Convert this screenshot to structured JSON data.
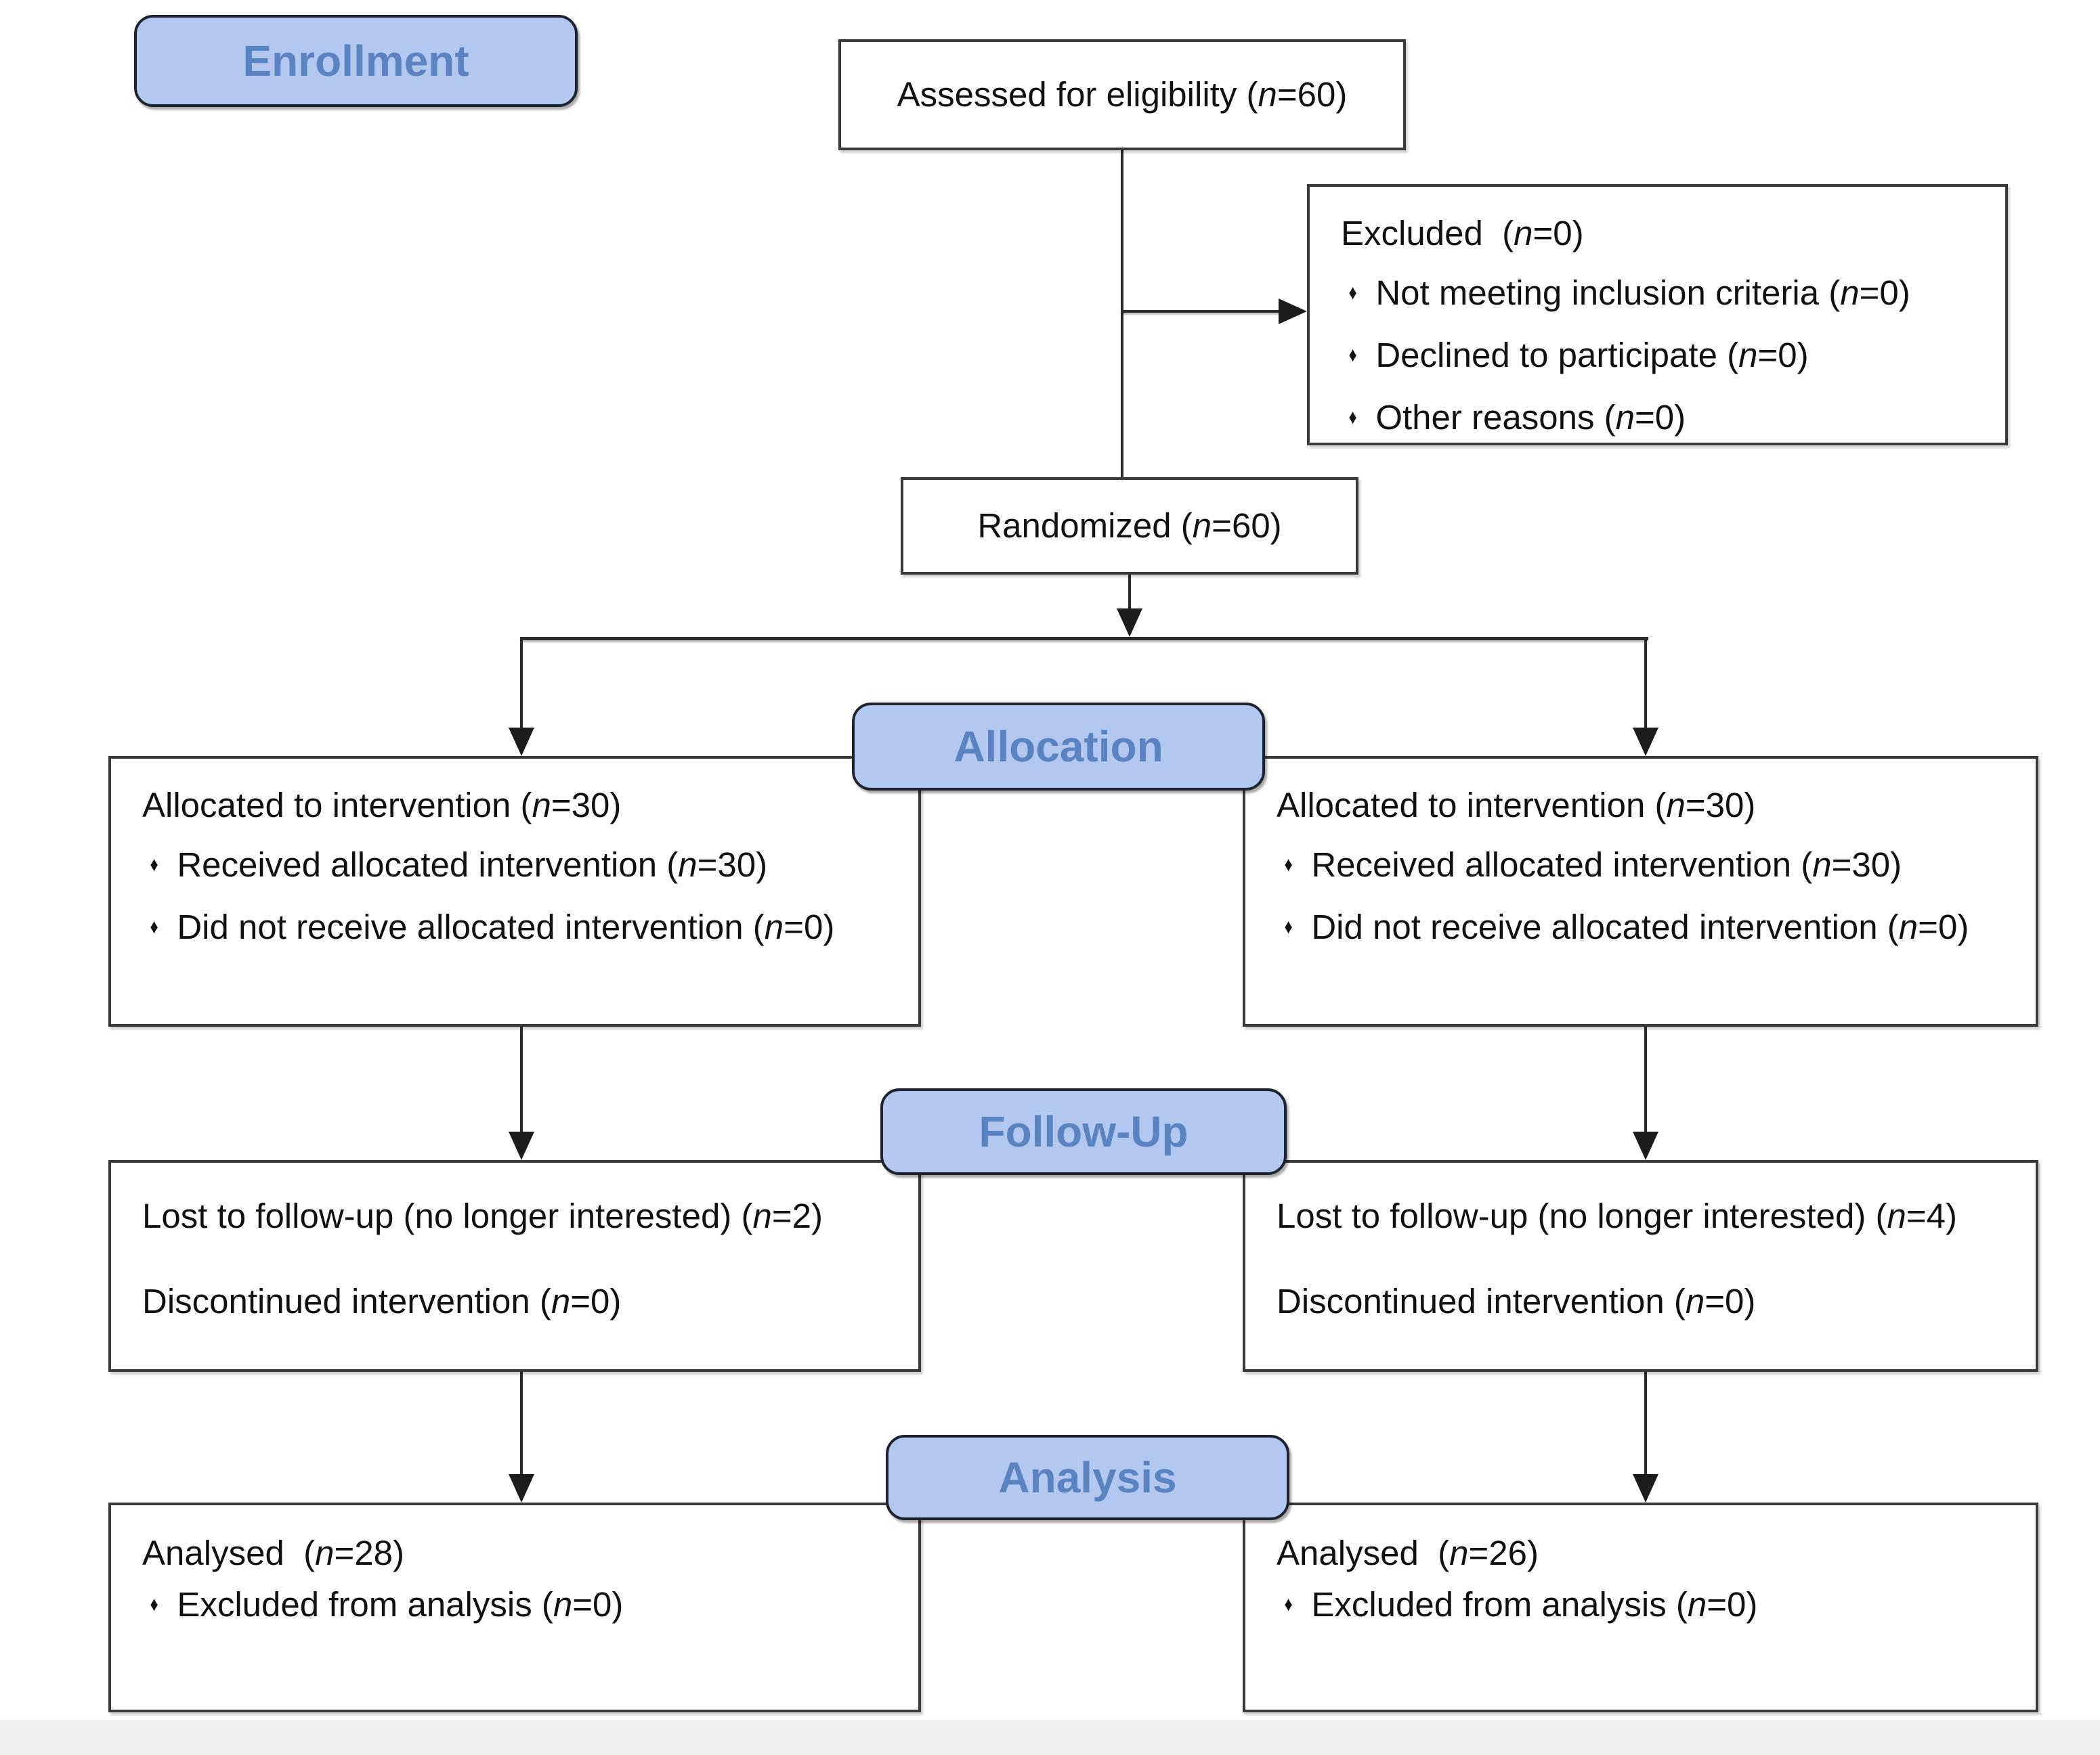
{
  "diagram": {
    "bullet_glyph": "♦",
    "stages": {
      "enrollment": "Enrollment",
      "allocation": "Allocation",
      "followup": "Follow-Up",
      "analysis": "Analysis"
    },
    "boxes": {
      "assessed": {
        "text": "Assessed for eligibility (n=60)"
      },
      "excluded": {
        "title": "Excluded  (n=0)",
        "bullets": [
          "Not meeting inclusion criteria (n=0)",
          "Declined to participate (n=0)",
          "Other reasons (n=0)"
        ]
      },
      "randomized": {
        "text": "Randomized (n=60)"
      },
      "alloc_left": {
        "title": "Allocated to intervention (n=30)",
        "bullets": [
          "Received allocated intervention (n=30)",
          "Did not receive allocated intervention (n=0)"
        ]
      },
      "alloc_right": {
        "title": "Allocated to intervention (n=30)",
        "bullets": [
          "Received allocated intervention (n=30)",
          "Did not receive allocated intervention (n=0)"
        ]
      },
      "followup_left": {
        "lines": [
          "Lost to follow-up (no longer interested) (n=2)",
          "Discontinued intervention (n=0)"
        ]
      },
      "followup_right": {
        "lines": [
          "Lost to follow-up (no longer interested) (n=4)",
          "Discontinued intervention (n=0)"
        ]
      },
      "analysis_left": {
        "title": "Analysed  (n=28)",
        "bullets": [
          "Excluded from analysis (n=0)"
        ]
      },
      "analysis_right": {
        "title": "Analysed  (n=26)",
        "bullets": [
          "Excluded from analysis (n=0)"
        ]
      }
    },
    "colors": {
      "stage_fill": "#b3c8f0",
      "stage_text": "#5b83c0",
      "box_border": "#3a3a3a",
      "connector": "#2b2b2b",
      "text": "#111111",
      "background": "#ffffff"
    }
  }
}
